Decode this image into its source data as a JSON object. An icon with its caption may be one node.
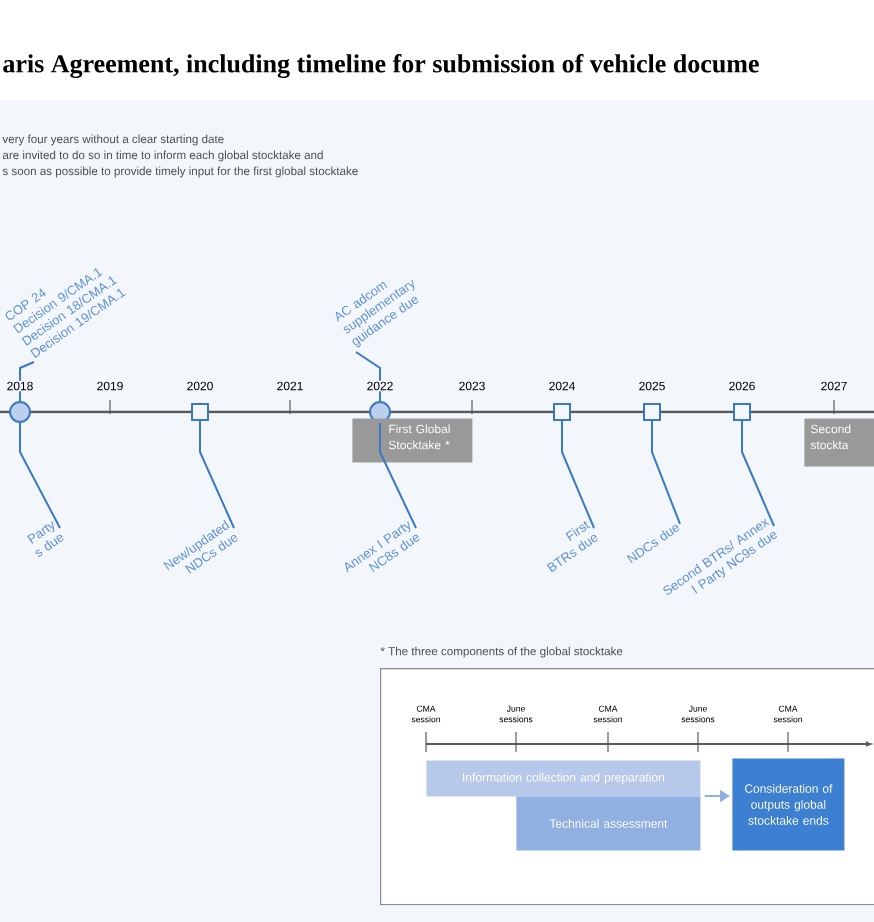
{
  "diagram": {
    "title": "aris Agreement, including timeline for submission of vehicle docume",
    "nodes": [
      {
        "text": [
          "COP 24",
          "Decision 9/CMA.1",
          "Decision 18/CMA.1",
          "Decision 19/CMA.1"
        ]
      },
      {
        "text": [
          "AC adcom supplementary guidance due"
        ]
      },
      {
        "text": [],
        "shape": "circle",
        "beside": [
          "2018"
        ]
      },
      {
        "text": [],
        "shape": "box",
        "beside": [
          "2020"
        ]
      },
      {
        "text": [],
        "shape": "circle",
        "beside": [
          "2022"
        ]
      },
      {
        "text": [],
        "shape": "box",
        "beside": [
          "2024"
        ]
      },
      {
        "text": [],
        "shape": "box",
        "beside": [
          "2025"
        ]
      },
      {
        "text": [],
        "shape": "box",
        "beside": [
          "2026"
        ]
      },
      {
        "text": [
          "First Global Stocktake *"
        ]
      },
      {
        "text": [
          "Second stockta"
        ]
      },
      {
        "text": [
          "Party s due"
        ]
      },
      {
        "text": [
          "New/updated NDCs due"
        ]
      },
      {
        "text": [
          "Annex I Party NC8s due"
        ]
      },
      {
        "text": [
          "First BTRs due"
        ]
      },
      {
        "text": [
          "NDCs due"
        ]
      },
      {
        "text": [
          "Second BTRs/ Annex I Party NC9s due"
        ]
      },
      {
        "text": [
          "* The three components of the global stocktake"
        ]
      },
      {
        "text": [
          "Information collection and preparation"
        ],
        "in": 16
      },
      {
        "text": [
          "Technical assessment"
        ],
        "in": 16
      },
      {
        "text": [
          "Consideration of outputs global stocktake ends"
        ],
        "in": 16
      }
    ],
    "edges": [
      {
        "from": 0,
        "to": 2,
        "arrow": "none"
      },
      {
        "from": 1,
        "to": 4,
        "arrow": "none"
      },
      {
        "from": 10,
        "to": 2,
        "arrow": "none"
      },
      {
        "from": 11,
        "to": 3,
        "arrow": "none"
      },
      {
        "from": 12,
        "to": 4,
        "arrow": "none"
      },
      {
        "from": 13,
        "to": 5,
        "arrow": "none"
      },
      {
        "from": 14,
        "to": 6,
        "arrow": "none"
      },
      {
        "from": 15,
        "to": 7,
        "arrow": "none"
      },
      {
        "from": 18,
        "to": 19,
        "arrow": "to",
        "color": "#8fb0e0"
      }
    ],
    "labels": [
      "very four years without a clear starting date",
      "are invited to do so in time to inform each global stocktake and",
      "s soon as possible to provide timely input for the first global stocktake",
      "2019",
      "2021",
      "2023",
      "2027",
      "CMA session",
      "June sessions",
      "CMA session",
      "June sessions",
      "CMA session"
    ]
  }
}
